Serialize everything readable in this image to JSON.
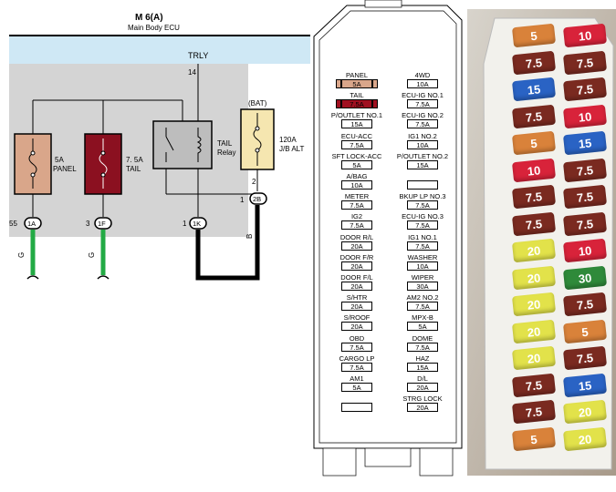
{
  "ecu": {
    "title": "M 6(A)",
    "subtitle": "Main Body ECU",
    "trly": "TRLY",
    "pin14": "14"
  },
  "fuses": {
    "panel": {
      "amp": "5A",
      "name": "PANEL",
      "pin": "55",
      "conn": "1A",
      "wire": "G"
    },
    "tail": {
      "amp": "7. 5A",
      "name": "TAIL",
      "pin": "3",
      "conn": "1F",
      "wire": "G"
    },
    "jb": {
      "amp": "120A",
      "name": "J/B ALT",
      "bat": "(BAT)",
      "pin": "2",
      "pin2": "1",
      "conn": "2B",
      "wire": "B"
    }
  },
  "relay": {
    "name": "TAIL",
    "name2": "Relay",
    "pin": "1",
    "conn": "1K"
  },
  "colors": {
    "blue_bar": "#cfe8f5",
    "gray": "#d4d4d4",
    "panel_fuse": "#d9a68a",
    "tail_fuse": "#8b1020",
    "jb_fuse": "#f5e6b0",
    "wire_green": "#22aa44"
  },
  "fuse_box": {
    "left": [
      {
        "name": "PANEL",
        "amp": "5A"
      },
      {
        "name": "TAIL",
        "amp": "7.5A"
      },
      {
        "name": "P/OUTLET NO.1",
        "amp": "15A"
      },
      {
        "name": "ECU-ACC",
        "amp": "7.5A"
      },
      {
        "name": "SFT LOCK-ACC",
        "amp": "5A"
      },
      {
        "name": "A/BAG",
        "amp": "10A"
      },
      {
        "name": "METER",
        "amp": "7.5A"
      },
      {
        "name": "IG2",
        "amp": "7.5A"
      },
      {
        "name": "DOOR R/L",
        "amp": "20A"
      },
      {
        "name": "DOOR F/R",
        "amp": "20A"
      },
      {
        "name": "DOOR F/L",
        "amp": "20A"
      },
      {
        "name": "S/HTR",
        "amp": "20A"
      },
      {
        "name": "S/ROOF",
        "amp": "20A"
      },
      {
        "name": "OBD",
        "amp": "7.5A"
      },
      {
        "name": "CARGO LP",
        "amp": "7.5A"
      },
      {
        "name": "AM1",
        "amp": "5A"
      }
    ],
    "right": [
      {
        "name": "4WD",
        "amp": "10A"
      },
      {
        "name": "ECU-IG NO.1",
        "amp": "7.5A"
      },
      {
        "name": "ECU-IG NO.2",
        "amp": "7.5A"
      },
      {
        "name": "IG1 NO.2",
        "amp": "10A"
      },
      {
        "name": "P/OUTLET NO.2",
        "amp": "15A"
      },
      {
        "name": "",
        "amp": ""
      },
      {
        "name": "BKUP LP NO.3",
        "amp": "7.5A"
      },
      {
        "name": "ECU-IG NO.3",
        "amp": "7.5A"
      },
      {
        "name": "IG1 NO.1",
        "amp": "7.5A"
      },
      {
        "name": "WASHER",
        "amp": "10A"
      },
      {
        "name": "WIPER",
        "amp": "30A"
      },
      {
        "name": "AM2 NO.2",
        "amp": "7.5A"
      },
      {
        "name": "MPX-B",
        "amp": "5A"
      },
      {
        "name": "DOME",
        "amp": "7.5A"
      },
      {
        "name": "HAZ",
        "amp": "15A"
      },
      {
        "name": "D/L",
        "amp": "20A"
      },
      {
        "name": "STRG LOCK",
        "amp": "20A"
      }
    ]
  },
  "photo_fuses": {
    "left": [
      {
        "text": "5",
        "color": "#d9823a"
      },
      {
        "text": "7.5",
        "color": "#7a2a20"
      },
      {
        "text": "15",
        "color": "#2a63c4"
      },
      {
        "text": "7.5",
        "color": "#7a2a20"
      },
      {
        "text": "5",
        "color": "#d9823a"
      },
      {
        "text": "10",
        "color": "#d8233a"
      },
      {
        "text": "7.5",
        "color": "#7a2a20"
      },
      {
        "text": "7.5",
        "color": "#7a2a20"
      },
      {
        "text": "20",
        "color": "#e2e24a"
      },
      {
        "text": "20",
        "color": "#e2e24a"
      },
      {
        "text": "20",
        "color": "#e2e24a"
      },
      {
        "text": "20",
        "color": "#e2e24a"
      },
      {
        "text": "20",
        "color": "#e2e24a"
      },
      {
        "text": "7.5",
        "color": "#7a2a20"
      },
      {
        "text": "7.5",
        "color": "#7a2a20"
      },
      {
        "text": "5",
        "color": "#d9823a"
      }
    ],
    "right": [
      {
        "text": "10",
        "color": "#d8233a"
      },
      {
        "text": "7.5",
        "color": "#7a2a20"
      },
      {
        "text": "7.5",
        "color": "#7a2a20"
      },
      {
        "text": "10",
        "color": "#d8233a"
      },
      {
        "text": "15",
        "color": "#2a63c4"
      },
      {
        "text": "7.5",
        "color": "#7a2a20"
      },
      {
        "text": "7.5",
        "color": "#7a2a20"
      },
      {
        "text": "7.5",
        "color": "#7a2a20"
      },
      {
        "text": "10",
        "color": "#d8233a"
      },
      {
        "text": "30",
        "color": "#2f8a3a"
      },
      {
        "text": "7.5",
        "color": "#7a2a20"
      },
      {
        "text": "5",
        "color": "#d9823a"
      },
      {
        "text": "7.5",
        "color": "#7a2a20"
      },
      {
        "text": "15",
        "color": "#2a63c4"
      },
      {
        "text": "20",
        "color": "#e2e24a"
      },
      {
        "text": "20",
        "color": "#e2e24a"
      }
    ]
  }
}
